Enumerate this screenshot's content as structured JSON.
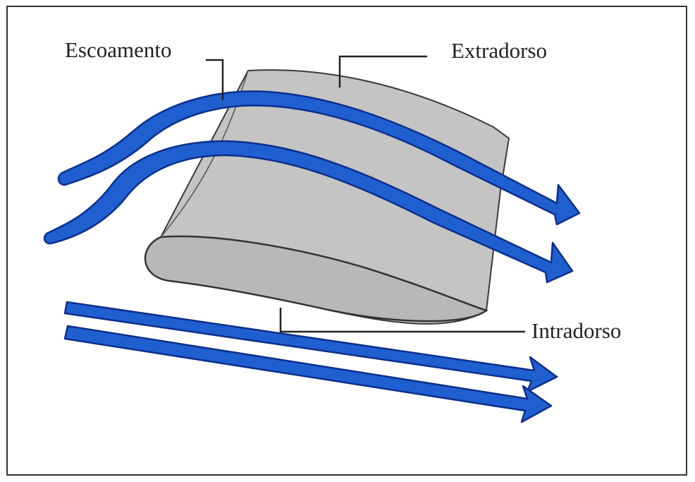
{
  "labels": {
    "flow": "Escoamento",
    "upper_surface": "Extradorso",
    "lower_surface": "Intradorso"
  },
  "colors": {
    "arrow_fill": "#1f5fd0",
    "arrow_outline": "#0d2f8a",
    "wing_fill": "#c4c4c4",
    "wing_outline": "#3a3a3a",
    "leader_line": "#222222"
  }
}
